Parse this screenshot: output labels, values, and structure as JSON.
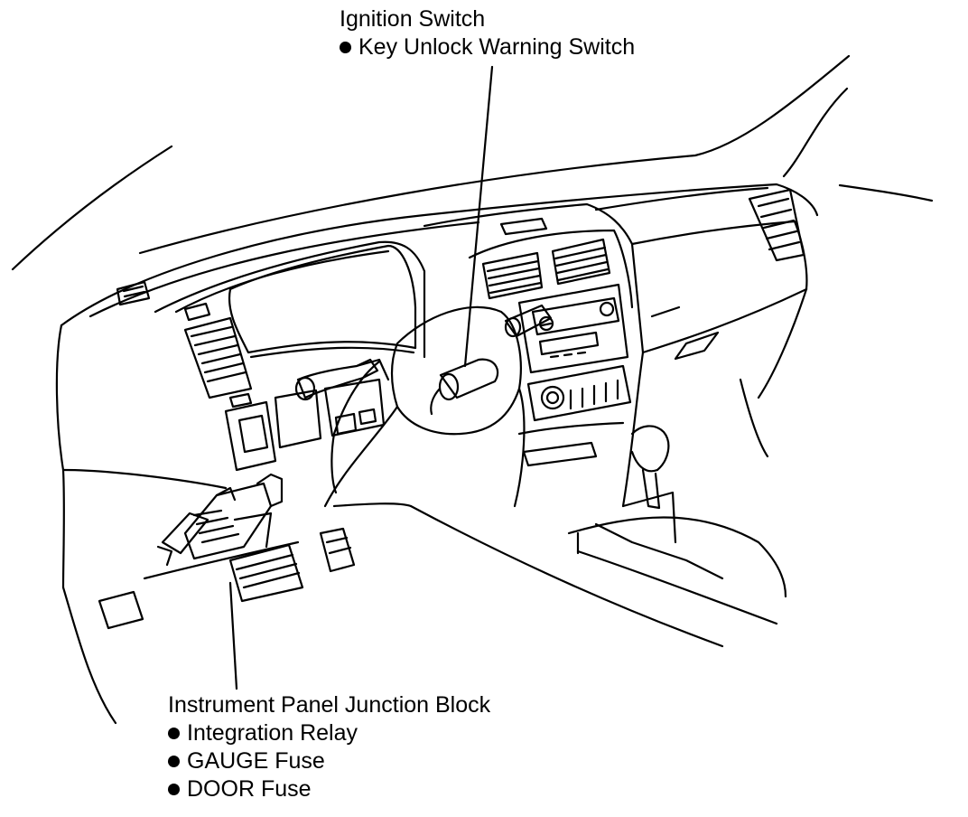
{
  "callouts": {
    "ignition": {
      "title": "Ignition Switch",
      "items": [
        "Key Unlock Warning Switch"
      ]
    },
    "junction_block": {
      "title": "Instrument Panel Junction Block",
      "items": [
        "Integration Relay",
        "GAUGE Fuse",
        "DOOR Fuse"
      ]
    }
  },
  "colors": {
    "ink": "#000000",
    "paper": "#ffffff"
  }
}
